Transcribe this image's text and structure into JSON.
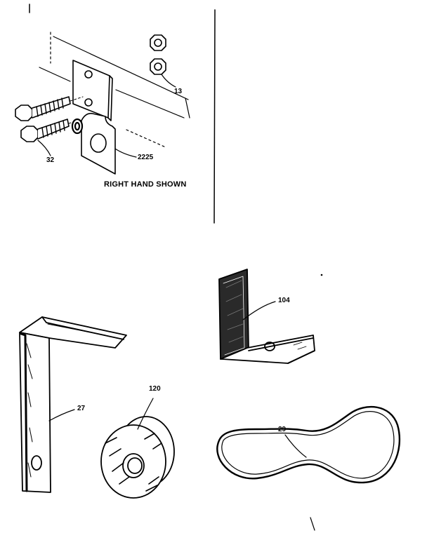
{
  "diagram": {
    "caption": "RIGHT HAND SHOWN",
    "parts": [
      {
        "id": "nut",
        "label": "13"
      },
      {
        "id": "bolt",
        "label": "32"
      },
      {
        "id": "mounting-bracket",
        "label": "2225"
      },
      {
        "id": "angle-bracket-small",
        "label": "104"
      },
      {
        "id": "angle-bracket-long",
        "label": "27"
      },
      {
        "id": "pulley",
        "label": "120"
      },
      {
        "id": "belt",
        "label": "29"
      }
    ]
  }
}
